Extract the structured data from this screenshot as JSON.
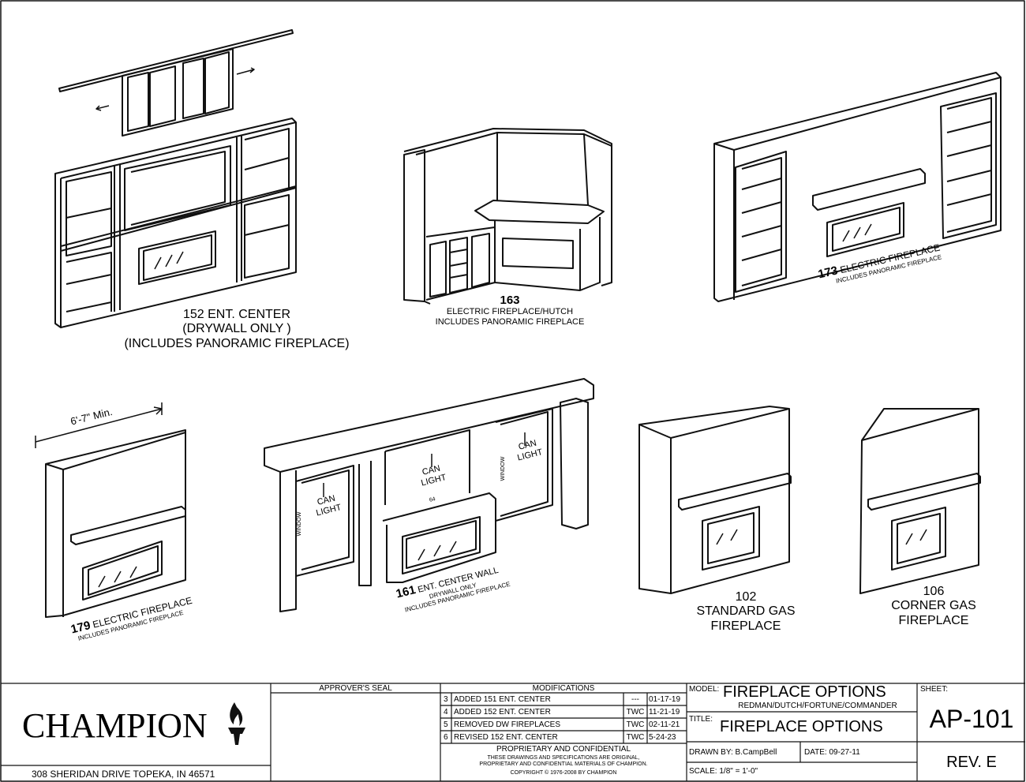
{
  "labels": {
    "e152": {
      "line1": "152 ENT. CENTER",
      "line2": "(DRYWALL ONLY )",
      "line3": "(INCLUDES PANORAMIC FIREPLACE)"
    },
    "e163": {
      "num": "163",
      "line1": "ELECTRIC FIREPLACE/HUTCH",
      "line2": "INCLUDES PANORAMIC FIREPLACE"
    },
    "e173": {
      "num": "173",
      "line1": "ELECTRIC FIREPLACE",
      "line2": "INCLUDES PANORAMIC FIREPLACE"
    },
    "e179": {
      "num": "179",
      "line1": "ELECTRIC FIREPLACE",
      "line2": "INCLUDES PANORAMIC FIREPLACE",
      "dim": "6'-7\" Min."
    },
    "e161": {
      "num": "161",
      "line1": "ENT. CENTER WALL",
      "line2": "DRYWALL ONLY",
      "line3": "INCLUDES PANORAMIC FIREPLACE",
      "can_light": [
        "CAN",
        "LIGHT"
      ],
      "window": "WINDOW",
      "dim": "64"
    },
    "e102": {
      "num": "102",
      "line1": "STANDARD GAS",
      "line2": "FIREPLACE"
    },
    "e106": {
      "num": "106",
      "line1": "CORNER GAS",
      "line2": "FIREPLACE"
    }
  },
  "title_block": {
    "company": "CHAMPION",
    "address": "308 SHERIDAN DRIVE TOPEKA, IN  46571",
    "approvers_seal": "APPROVER'S SEAL",
    "modifications_header": "MODIFICATIONS",
    "modifications": [
      {
        "no": "3",
        "desc": "ADDED 151 ENT. CENTER",
        "by": "---",
        "date": "01-17-19"
      },
      {
        "no": "4",
        "desc": "ADDED 152 ENT. CENTER",
        "by": "TWC",
        "date": "11-21-19"
      },
      {
        "no": "5",
        "desc": "REMOVED DW FIREPLACES",
        "by": "TWC",
        "date": "02-11-21"
      },
      {
        "no": "6",
        "desc": "REVISED 152 ENT. CENTER",
        "by": "TWC",
        "date": "5-24-23"
      }
    ],
    "proprietary_title": "PROPRIETARY AND CONFIDENTIAL",
    "proprietary_line1": "THESE DRAWINGS AND SPECIFICATIONS ARE ORIGINAL,",
    "proprietary_line2": "PROPRIETARY AND CONFIDENTIAL MATERIALS OF CHAMPION.",
    "copyright": "COPYRIGHT © 1976-2008 BY CHAMPION",
    "model_label": "MODEL:",
    "model_value": "FIREPLACE OPTIONS",
    "model_sub": "REDMAN/DUTCH/FORTUNE/COMMANDER",
    "title_label": "TITLE:",
    "title_value": "FIREPLACE OPTIONS",
    "drawn_by": "DRAWN BY:  B.CampBell",
    "date": "DATE:  09-27-11",
    "scale": "SCALE: 1/8\" = 1'-0\"",
    "sheet_label": "SHEET:",
    "sheet_value": "AP-101",
    "rev": "REV. E"
  }
}
